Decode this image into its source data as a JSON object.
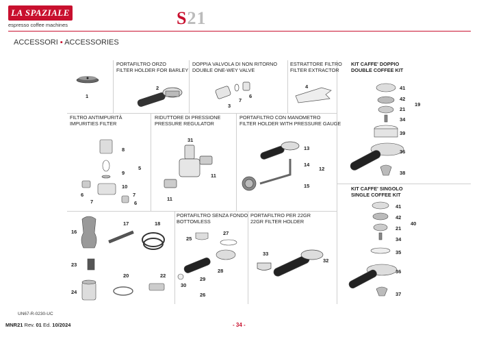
{
  "header": {
    "brand": "LA SPAZIALE",
    "tagline": "espresso coffee machines",
    "model_letter": "S",
    "model_number": "21",
    "section_it": "ACCESSORI",
    "section_en": "ACCESSORIES"
  },
  "panels": {
    "barley": {
      "it": "PORTAFILTRO ORZO",
      "en": "FILTER HOLDER FOR BARLEY"
    },
    "valve": {
      "it": "DOPPIA VALVOLA DI NON RITORNO",
      "en": "DOUBLE ONE-WEY VALVE"
    },
    "extractor": {
      "it": "ESTRATTORE FILTRO",
      "en": "FILTER EXTRACTOR"
    },
    "double_kit": {
      "it": "KIT CAFFE' DOPPIO",
      "en": "DOUBLE COFFEE KIT"
    },
    "impurities": {
      "it": "FILTRO ANTIMPURITÀ",
      "en": "IMPURITIES FILTER"
    },
    "pressure_reg": {
      "it": "RIDUTTORE DI PRESSIONE",
      "en": "PRESSURE REGULATOR"
    },
    "gauge": {
      "it": "PORTAFILTRO CON MANOMETRO",
      "en": "FILTER HOLDER WITH PRESSURE GAUGE"
    },
    "single_kit": {
      "it": "KIT CAFFE' SINGOLO",
      "en": "SINGLE COFFEE KIT"
    },
    "bottomless": {
      "it": "PORTAFILTRO SENZA FONDO",
      "en": "BOTTOMLESS"
    },
    "holder22": {
      "it": "PORTAFILTRO per 22GR",
      "en": "22GR FILTER HOLDER"
    }
  },
  "part_numbers": [
    "1",
    "2",
    "3",
    "7",
    "6",
    "4",
    "41",
    "42",
    "21",
    "34",
    "19",
    "39",
    "36",
    "38",
    "8",
    "9",
    "5",
    "10",
    "7",
    "7",
    "6",
    "6",
    "31",
    "11",
    "11",
    "13",
    "14",
    "12",
    "15",
    "41",
    "42",
    "21",
    "40",
    "34",
    "35",
    "36",
    "37",
    "16",
    "17",
    "18",
    "25",
    "27",
    "23",
    "33",
    "32",
    "22",
    "20",
    "29",
    "28",
    "30",
    "26",
    "24"
  ],
  "footer": {
    "doc_code": "UN67-R-0230-UC",
    "manual": "MNR21",
    "rev_label": "Rev.",
    "rev": "01",
    "ed_label": "Ed.",
    "edition": "10/2024",
    "page": "- 34 -"
  },
  "colors": {
    "brand": "#c8102e",
    "grid": "#cfcfcf"
  }
}
